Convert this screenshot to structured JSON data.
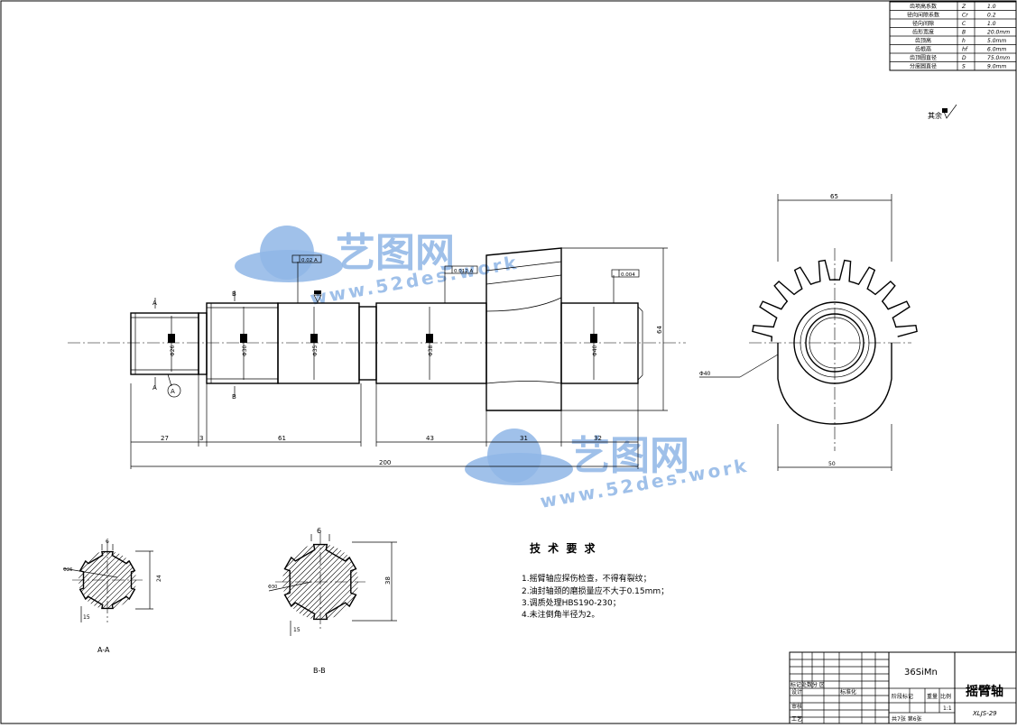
{
  "param_table": {
    "rows": [
      {
        "label": "齿项高系数",
        "sym": "Z",
        "val": "1.0"
      },
      {
        "label": "径向间隙系数",
        "sym": "Cr",
        "val": "0.2"
      },
      {
        "label": "径向间隙",
        "sym": "C",
        "val": "1.0"
      },
      {
        "label": "齿形宽度",
        "sym": "B",
        "val": "20.0mm"
      },
      {
        "label": "齿顶高",
        "sym": "h",
        "val": "5.0mm"
      },
      {
        "label": "齿根高",
        "sym": "hf",
        "val": "6.0mm"
      },
      {
        "label": "齿顶圆直径",
        "sym": "D",
        "val": "75.0mm"
      },
      {
        "label": "分度圆直径",
        "sym": "S",
        "val": "9.0mm"
      }
    ]
  },
  "roughness_note": "其余",
  "watermark": {
    "brand": "艺图网",
    "url": "www.52des.work"
  },
  "dims": {
    "d27": "27",
    "d3": "3",
    "d61": "61",
    "d43": "43",
    "d31": "31",
    "d32": "32",
    "total": "200",
    "height": "64",
    "width": "65",
    "base": "50",
    "phi": "Φ40",
    "dia1": "Φ26",
    "dia2": "Φ30",
    "dia3": "Φ35",
    "dia4": "Φ38",
    "dia5": "Φ40",
    "tol1": "0.02 A",
    "tol2": "0.012 A",
    "tol3": "0.004",
    "sec_a_top": "6",
    "sec_a_side": "24",
    "sec_a_ang": "15",
    "sec_b_top": "6",
    "sec_b_side": "38",
    "sec_b_ang": "15",
    "sec_a_leader": "Φ26",
    "sec_b_leader": "Φ30"
  },
  "markers": {
    "a": "A",
    "b": "B",
    "datum": "A"
  },
  "sections": {
    "a": "A-A",
    "b": "B-B"
  },
  "tech": {
    "title": "技 术 要 求",
    "items": [
      "1.摇臂轴应探伤检查，不得有裂纹；",
      "2.油封轴颈的磨损量应不大于0.15mm；",
      "3.调质处理HBS190-230；",
      "4.未注倒角半径为2。"
    ]
  },
  "title_block": {
    "material": "36SiMn",
    "name": "摇臂轴",
    "code": "XLJS-29",
    "scale_label": "比例",
    "scale": "1:1",
    "weight_label": "重量",
    "stage_label": "阶段标记",
    "sheet_info": "共7张  第6张",
    "rows": [
      "标记处数分 区",
      "设计",
      "标准化",
      "审核",
      "工艺"
    ]
  }
}
